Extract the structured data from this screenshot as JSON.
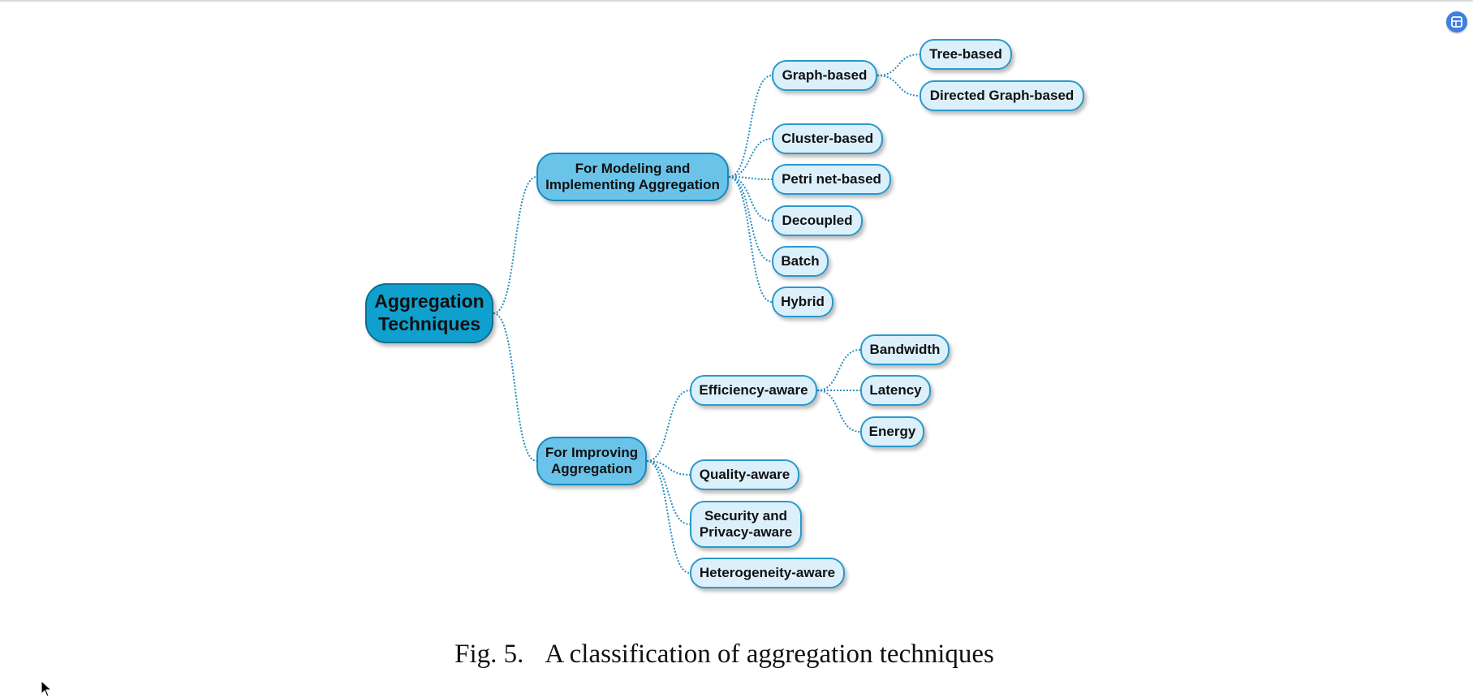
{
  "diagram": {
    "nodes": [
      {
        "id": "root",
        "label": "Aggregation\nTechniques",
        "level": "root",
        "name": "node-aggregation-techniques"
      },
      {
        "id": "modeling",
        "label": "For Modeling and\nImplementing Aggregation",
        "level": "mid",
        "name": "node-for-modeling-and-implementing-aggregation"
      },
      {
        "id": "improving",
        "label": "For Improving\nAggregation",
        "level": "mid",
        "name": "node-for-improving-aggregation"
      },
      {
        "id": "graph",
        "label": "Graph-based",
        "level": "leaf",
        "name": "node-graph-based"
      },
      {
        "id": "tree",
        "label": "Tree-based",
        "level": "leaf",
        "name": "node-tree-based"
      },
      {
        "id": "directed",
        "label": "Directed Graph-based",
        "level": "leaf",
        "name": "node-directed-graph-based"
      },
      {
        "id": "cluster",
        "label": "Cluster-based",
        "level": "leaf",
        "name": "node-cluster-based"
      },
      {
        "id": "petri",
        "label": "Petri net-based",
        "level": "leaf",
        "name": "node-petri-net-based"
      },
      {
        "id": "decoupled",
        "label": "Decoupled",
        "level": "leaf",
        "name": "node-decoupled"
      },
      {
        "id": "batch",
        "label": "Batch",
        "level": "leaf",
        "name": "node-batch"
      },
      {
        "id": "hybrid",
        "label": "Hybrid",
        "level": "leaf",
        "name": "node-hybrid"
      },
      {
        "id": "efficiency",
        "label": "Efficiency-aware",
        "level": "leaf",
        "name": "node-efficiency-aware"
      },
      {
        "id": "bandwidth",
        "label": "Bandwidth",
        "level": "leaf",
        "name": "node-bandwidth"
      },
      {
        "id": "latency",
        "label": "Latency",
        "level": "leaf",
        "name": "node-latency"
      },
      {
        "id": "energy",
        "label": "Energy",
        "level": "leaf",
        "name": "node-energy"
      },
      {
        "id": "quality",
        "label": "Quality-aware",
        "level": "leaf",
        "name": "node-quality-aware"
      },
      {
        "id": "security",
        "label": "Security and\nPrivacy-aware",
        "level": "leaf",
        "name": "node-security-and-privacy-aware"
      },
      {
        "id": "heterogeneity",
        "label": "Heterogeneity-aware",
        "level": "leaf",
        "name": "node-heterogeneity-aware"
      }
    ],
    "edges": [
      [
        "root",
        "modeling"
      ],
      [
        "root",
        "improving"
      ],
      [
        "modeling",
        "graph"
      ],
      [
        "modeling",
        "cluster"
      ],
      [
        "modeling",
        "petri"
      ],
      [
        "modeling",
        "decoupled"
      ],
      [
        "modeling",
        "batch"
      ],
      [
        "modeling",
        "hybrid"
      ],
      [
        "graph",
        "tree"
      ],
      [
        "graph",
        "directed"
      ],
      [
        "improving",
        "efficiency"
      ],
      [
        "improving",
        "quality"
      ],
      [
        "improving",
        "security"
      ],
      [
        "improving",
        "heterogeneity"
      ],
      [
        "efficiency",
        "bandwidth"
      ],
      [
        "efficiency",
        "latency"
      ],
      [
        "efficiency",
        "energy"
      ]
    ],
    "colors": {
      "root_fill": "#10a0cd",
      "mid_fill": "#6ac4ea",
      "leaf_fill": "#dcf0fb",
      "border": "#1a8dbf",
      "connector": "#2a8fc0"
    }
  },
  "caption": {
    "number": "Fig. 5.",
    "text": "A classification of aggregation techniques"
  }
}
